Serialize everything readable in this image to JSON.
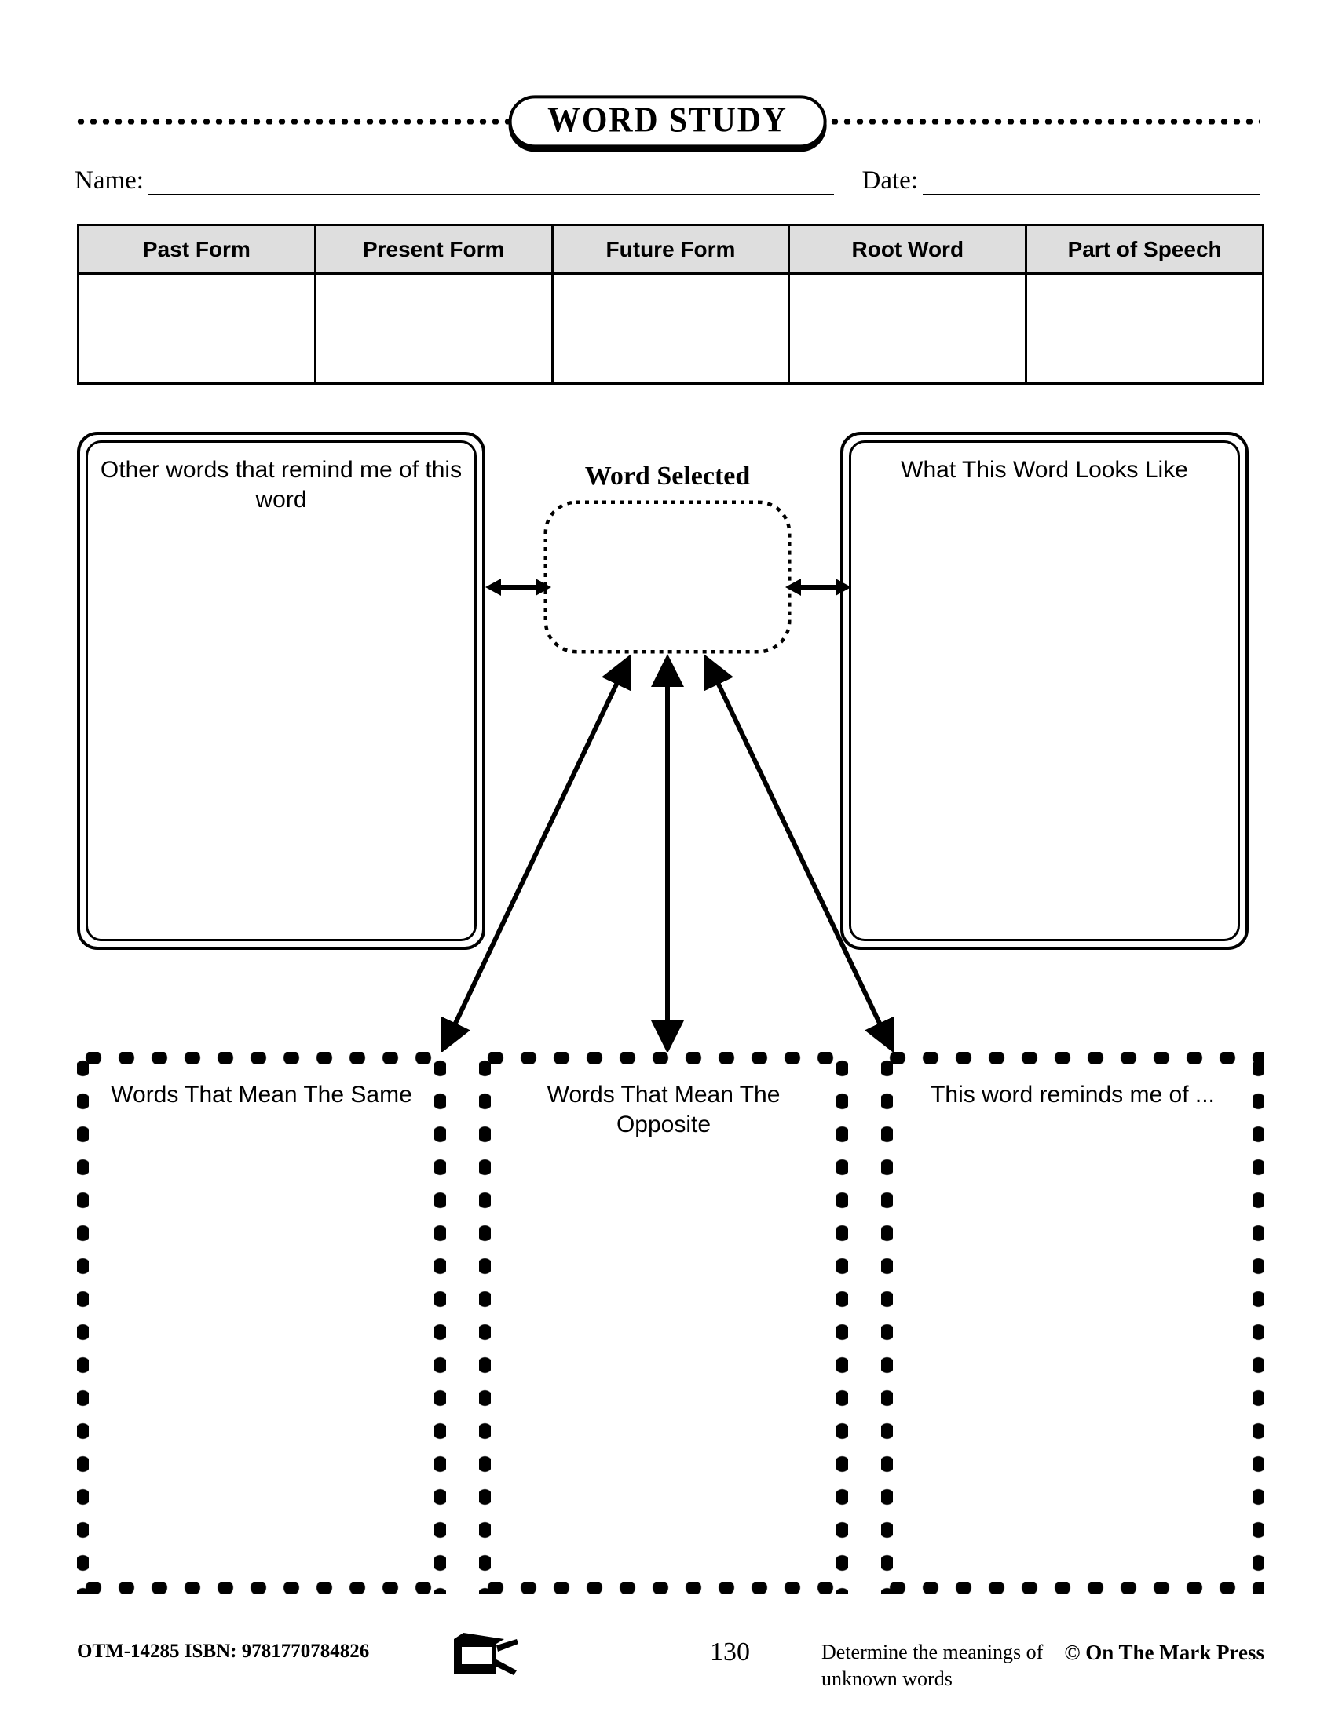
{
  "header": {
    "title": "WORD STUDY",
    "name_label": "Name:",
    "date_label": "Date:"
  },
  "table": {
    "columns": [
      "Past Form",
      "Present Form",
      "Future Form",
      "Root Word",
      "Part of Speech"
    ],
    "rows": [
      [
        "",
        "",
        "",
        "",
        ""
      ]
    ]
  },
  "diagram": {
    "center_title": "Word Selected",
    "left_box_label": "Other words that remind me of this word",
    "right_box_label": "What This Word Looks Like",
    "bottom_boxes": [
      {
        "label": "Words That Mean The Same"
      },
      {
        "label": "Words That Mean The Opposite"
      },
      {
        "label": "This word reminds me of ..."
      }
    ]
  },
  "footer": {
    "isbn": "OTM-14285  ISBN: 9781770784826",
    "page_number": "130",
    "description": "Determine the meanings of unknown words",
    "copyright": "© On The Mark Press"
  },
  "colors": {
    "ink": "#000000",
    "paper": "#ffffff",
    "header_fill": "#dedede"
  }
}
